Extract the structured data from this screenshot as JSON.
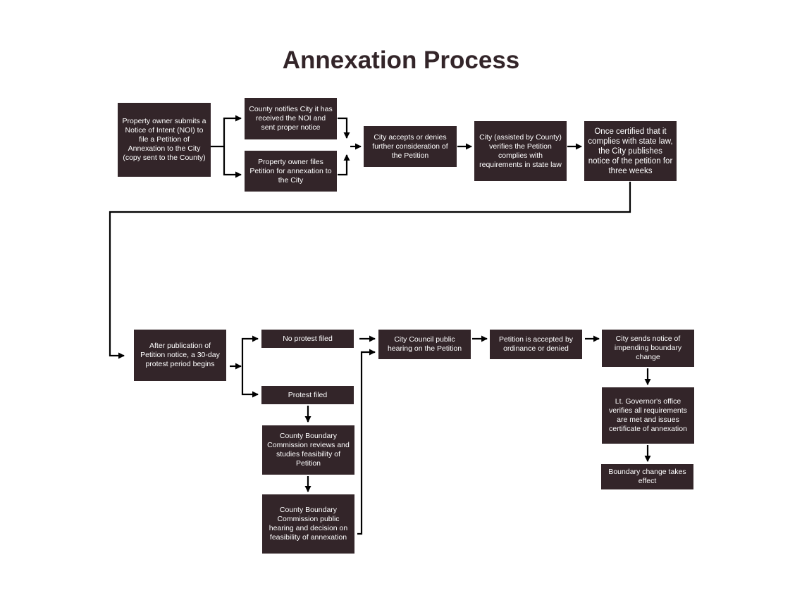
{
  "title": "Annexation Process",
  "colors": {
    "box_fill": "#332529",
    "box_text": "#ffffff",
    "line": "#000000",
    "title": "#332529"
  },
  "steps": {
    "noi": "Property owner submits a Notice of Intent (NOI) to file a Petition of Annexation to the City (copy sent to the County)",
    "county_notifies": "County notifies City it has received the NOI and sent proper notice",
    "owner_files": "Property owner files Petition for annexation to the City",
    "city_accepts": "City accepts or denies further consideration of the Petition",
    "city_verifies": "City (assisted by County) verifies the Petition complies with requirements in state law",
    "city_publishes": "Once certified that it complies with state law, the City publishes notice of the petition for three weeks",
    "protest_period": "After publication of Petition notice, a 30-day protest period begins",
    "no_protest": "No protest filed",
    "protest_filed": "Protest filed",
    "commission_reviews": "County Boundary Commission reviews and studies feasibility of Petition",
    "commission_hearing": "County Boundary Commission public hearing and decision on feasibility of annexation",
    "council_hearing": "City Council public hearing on the Petition",
    "accepted_ordinance": "Petition is accepted by ordinance or denied",
    "city_sends_notice": "City sends notice of impending boundary change",
    "lt_governor": "Lt. Governor's office verifies all requirements are met and issues certificate of annexation",
    "boundary_change": "Boundary change takes effect"
  }
}
